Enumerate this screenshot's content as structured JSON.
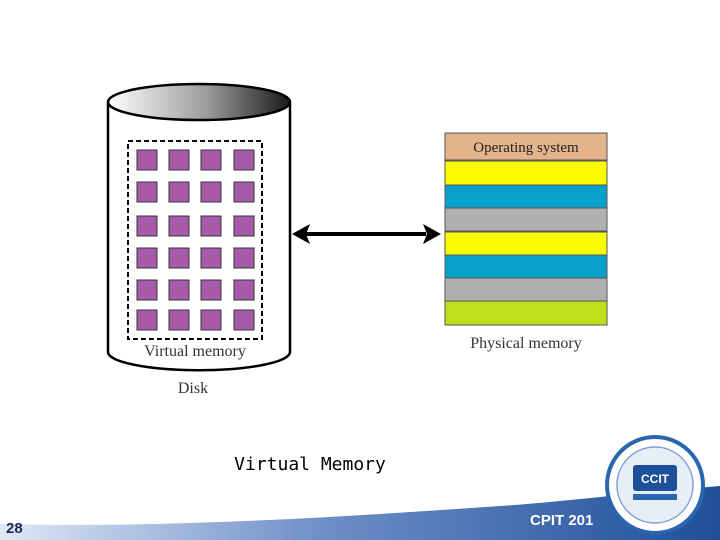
{
  "diagram": {
    "disk_label": "Disk",
    "virtual_memory_label": "Virtual memory",
    "physical_memory_label": "Physical memory",
    "page_color": "#a85aaa",
    "physical_blocks": [
      {
        "label": "Operating system",
        "color": "#e4b48c"
      },
      {
        "label": "",
        "color": "#fafa00"
      },
      {
        "label": "",
        "color": "#0aa0cc"
      },
      {
        "label": "",
        "color": "#b0b0b0"
      },
      {
        "label": "",
        "color": "#fafa00"
      },
      {
        "label": "",
        "color": "#0aa0cc"
      },
      {
        "label": "",
        "color": "#b0b0b0"
      },
      {
        "label": "",
        "color": "#bde01a"
      }
    ]
  },
  "slide": {
    "caption": "Virtual Memory",
    "page_number": "28",
    "course": "CPIT 201",
    "logo_acronym": "CCIT"
  },
  "colors": {
    "footer_wave": "#1f4f9a",
    "accent": "#1f8fd0"
  }
}
